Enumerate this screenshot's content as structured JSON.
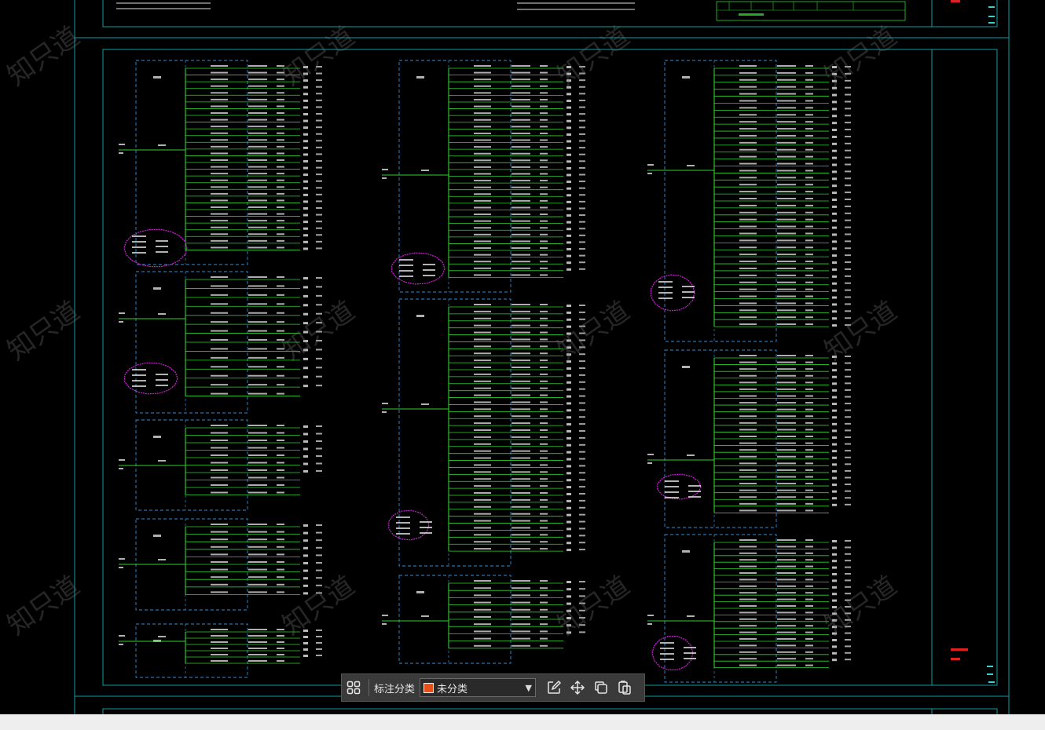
{
  "toolbar": {
    "label": "标注分类",
    "selected_category": "未分类",
    "selected_color": "#e8501a"
  },
  "colors": {
    "frame": "#0b9ea4",
    "wire": "#2fd12f",
    "box": "#2e8fd8",
    "cloud": "#d020d8",
    "text": "#ffffff",
    "toolbar_bg": "#3a3a3a"
  },
  "watermark": "知只道",
  "icons": [
    "grid-apps-icon",
    "edit-icon",
    "move-icon",
    "copy-icon",
    "paste-icon"
  ]
}
